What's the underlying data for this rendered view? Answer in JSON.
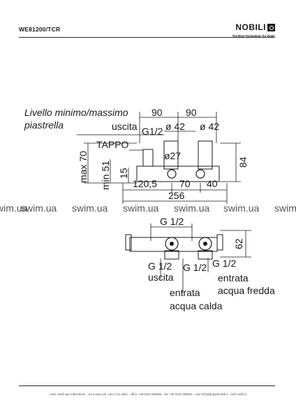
{
  "header": {
    "product_code": "WE81200/TCR",
    "brand": "NOBILI",
    "tagline": "The Best Technology for Water"
  },
  "watermark": "swim.ua",
  "front_view": {
    "tile_level_label_1": "Livello minimo/massimo",
    "tile_level_label_2": "piastrella",
    "outlet_label": "uscita",
    "thread_top": "G1/2",
    "dim_90_left": "90",
    "dim_90_right": "90",
    "dia_42_left": "ø 42",
    "dia_42_right": "ø 42",
    "plug_label": "TAPPO",
    "dia_27": "ø27",
    "max_70": "max 70",
    "min_51": "min 51",
    "dim_15": "15",
    "dim_84": "84",
    "dim_120_5": "120,5",
    "dim_70": "70",
    "dim_40": "40",
    "dim_256": "256"
  },
  "top_view": {
    "thread_top": "G 1/2",
    "dim_62": "62",
    "thread_bl": "G 1/2",
    "thread_bm": "G 1/2",
    "thread_br": "G 1/2",
    "outlet": "uscita",
    "hot_inlet_1": "entrata",
    "hot_inlet_2": "acqua calda",
    "cold_inlet_1": "entrata",
    "cold_inlet_2": "acqua fredda"
  },
  "footer": {
    "text": "carlo nobili spa rubinetterie - via novara 29, suno (no) italia - office +39 0322 885885 - fax +39 0322 858091 - mail info@grupponobili.it - web nobili.it"
  }
}
